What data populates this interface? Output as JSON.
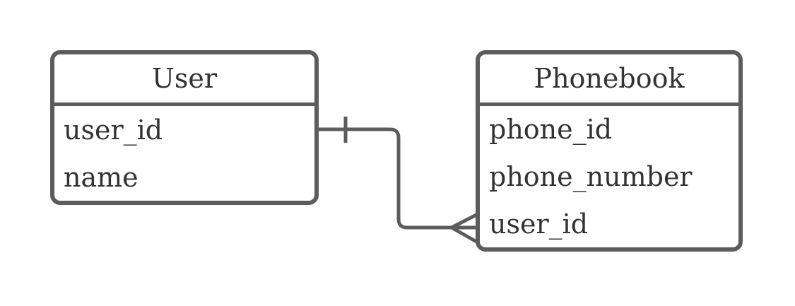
{
  "diagram": {
    "type": "entity-relationship",
    "colors": {
      "border": "#5c5c5c",
      "line": "#5c5c5c",
      "text": "#333333",
      "background": "#ffffff"
    },
    "entities": [
      {
        "name": "User",
        "fields": [
          "user_id",
          "name"
        ]
      },
      {
        "name": "Phonebook",
        "fields": [
          "phone_id",
          "phone_number",
          "user_id"
        ]
      }
    ],
    "relationships": [
      {
        "from_entity": "User",
        "from_field": "user_id",
        "from_marker": "one",
        "to_entity": "Phonebook",
        "to_field": "user_id",
        "to_marker": "many-crows-foot",
        "cardinality": "one-to-many"
      }
    ]
  }
}
